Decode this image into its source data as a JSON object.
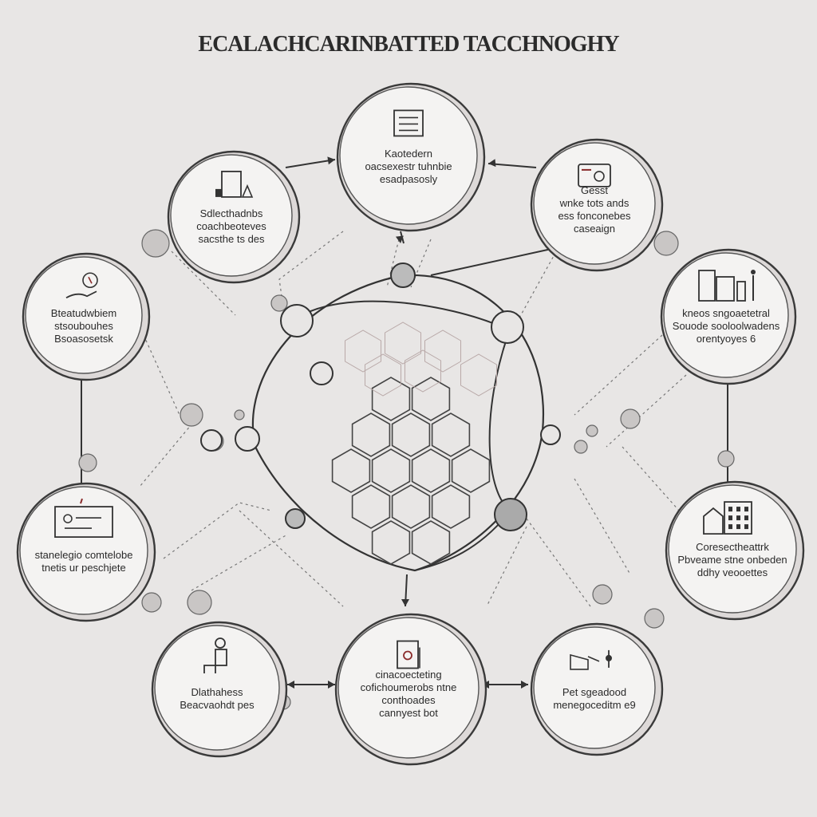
{
  "title": "ECALACHCARINBATTED TACCHNOGHY",
  "nodes": [
    {
      "id": "top",
      "icon": "document-icon",
      "lines": [
        "Kaotedern",
        "oacsexestr tuhnbie",
        "esadpasosly"
      ]
    },
    {
      "id": "upper-left",
      "icon": "document-chart-icon",
      "lines": [
        "Sdlecthadnbs",
        "coachbeoteves",
        "sacsthe ts des"
      ]
    },
    {
      "id": "upper-right",
      "icon": "card-icon",
      "lines": [
        "Gesst",
        "wnke tots ands",
        "ess fonconebes",
        "caseaign"
      ]
    },
    {
      "id": "left",
      "icon": "hand-money-icon",
      "lines": [
        "Bteatudwbiem",
        "stsoubouhes",
        "Bsoasosetsk"
      ]
    },
    {
      "id": "right",
      "icon": "buildings-icon",
      "lines": [
        "kneos sngoaetetral",
        "Souode sooloolwadens",
        "orentyoyes 6"
      ]
    },
    {
      "id": "lower-left",
      "icon": "id-card-icon",
      "lines": [
        "stanelegio comtelobe",
        "tnetis ur peschjete"
      ]
    },
    {
      "id": "lower-right",
      "icon": "house-icon",
      "lines": [
        "Coresectheattrk",
        "Pbveame stne onbeden",
        "ddhy veooettes"
      ]
    },
    {
      "id": "bottom-left",
      "icon": "person-icon",
      "lines": [
        "Dlathahess",
        "Beacvaohdt pes"
      ]
    },
    {
      "id": "bottom",
      "icon": "certificate-icon",
      "lines": [
        "cinacoecteting",
        "cofichoumerobs ntne",
        "conthoades",
        "cannyest bot"
      ]
    },
    {
      "id": "bottom-right",
      "icon": "key-icon",
      "lines": [
        "Pet sgeadood",
        "menegoceditm e9"
      ]
    }
  ]
}
